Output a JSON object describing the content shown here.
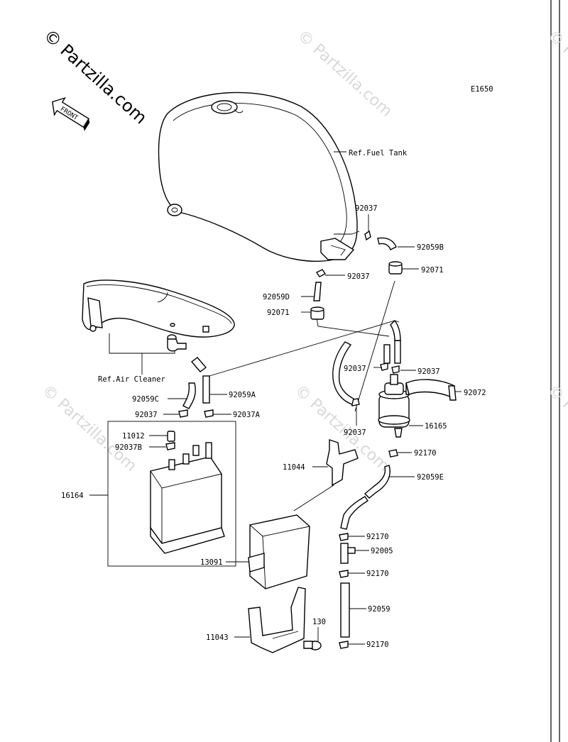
{
  "watermark": {
    "main": "© Partzilla.com",
    "faint": "© Partzilla.com"
  },
  "diagram_code": "E1650",
  "front_badge": "FRONT",
  "labels": {
    "ref_fuel_tank": "Ref.Fuel Tank",
    "ref_air_cleaner": "Ref.Air Cleaner",
    "p92037_top": "92037",
    "p92059B": "92059B",
    "p92037_mid": "92037",
    "p92071_right": "92071",
    "p92059D": "92059D",
    "p92071_left": "92071",
    "p92037_a": "92037",
    "p92037_b": "92037",
    "p92072": "92072",
    "p92059C": "92059C",
    "p92059A": "92059A",
    "p92037_c": "92037",
    "p92037A": "92037A",
    "p92037_d": "92037",
    "p16165": "16165",
    "p11012": "11012",
    "p92037B": "92037B",
    "p92170_a": "92170",
    "p11044": "11044",
    "p92059E": "92059E",
    "p16164": "16164",
    "p92170_b": "92170",
    "p92005": "92005",
    "p13091": "13091",
    "p92170_c": "92170",
    "p92059": "92059",
    "p130": "130",
    "p11043": "11043",
    "p92170_d": "92170"
  }
}
